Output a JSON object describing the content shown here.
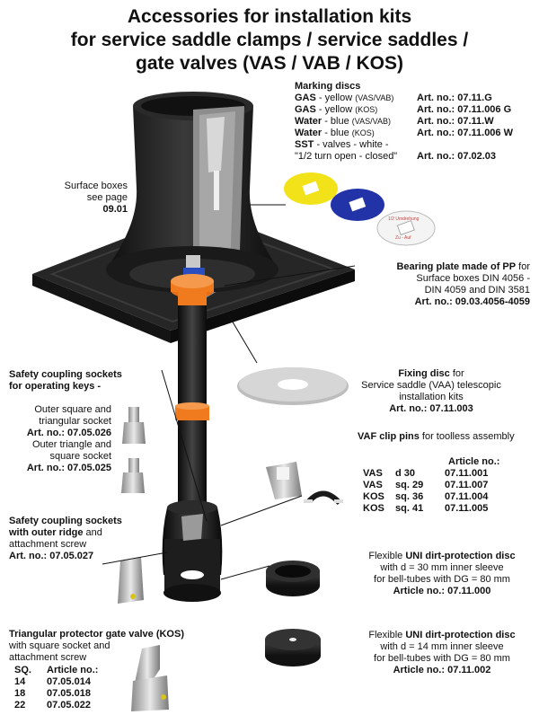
{
  "title": {
    "line1": "Accessories for installation kits",
    "line2": "for service saddle clamps / service saddles /",
    "line3": "gate valves (VAS / VAB / KOS)"
  },
  "marking_discs": {
    "heading": "Marking discs",
    "rows": [
      {
        "bold": "GAS",
        "rest": " - yellow ",
        "small": "(VAS/VAB)",
        "art": "Art. no.: 07.11.G"
      },
      {
        "bold": "GAS",
        "rest": " - yellow ",
        "small": "(KOS)",
        "art": "Art. no.: 07.11.006 G"
      },
      {
        "bold": "Water",
        "rest": " - blue ",
        "small": "(VAS/VAB)",
        "art": "Art. no.: 07.11.W"
      },
      {
        "bold": "Water",
        "rest": " - blue ",
        "small": "(KOS)",
        "art": "Art. no.: 07.11.006 W"
      },
      {
        "bold": "SST",
        "rest": " - valves - white -",
        "small": "",
        "art": ""
      },
      {
        "bold": "",
        "rest": "\"1/2 turn open - closed\"",
        "small": "",
        "art": "Art. no.: 07.02.03"
      }
    ],
    "white_disc_top": "1/2 Umdrehung",
    "white_disc_bottom": "Zu - Auf"
  },
  "surface_boxes": {
    "line1": "Surface boxes",
    "line2": "see page",
    "page": "09.01"
  },
  "bearing_plate": {
    "bold": "Bearing plate made of PP",
    "rest": " for",
    "line2": "Surface boxes DIN 4056 -",
    "line3": "DIN 4059 and DIN 3581",
    "art": "Art. no.: 09.03.4056-4059"
  },
  "safety_sockets": {
    "heading1": "Safety coupling sockets",
    "heading2": "for operating keys -",
    "item1_line1": "Outer square and",
    "item1_line2": "triangular socket",
    "item1_art": "Art. no.: 07.05.026",
    "item2_line1": "Outer triangle and",
    "item2_line2": "square socket",
    "item2_art": "Art. no.: 07.05.025"
  },
  "fixing_disc": {
    "bold": "Fixing disc",
    "rest": " for",
    "line2": "Service saddle (VAA) telescopic",
    "line3": "installation kits",
    "art": "Art. no.: 07.11.003"
  },
  "vaf_clip": {
    "bold": "VAF clip pins",
    "rest": " for toolless assembly",
    "art_header": "Article no.:",
    "rows": [
      {
        "label": "VAS",
        "size": "d 30",
        "art": "07.11.001"
      },
      {
        "label": "VAS",
        "size": "sq. 29",
        "art": "07.11.007"
      },
      {
        "label": "KOS",
        "size": "sq. 36",
        "art": "07.11.004"
      },
      {
        "label": "KOS",
        "size": "sq. 41",
        "art": "07.11.005"
      }
    ]
  },
  "outer_ridge": {
    "line1": "Safety coupling sockets",
    "line2_bold": "with outer ridge",
    "line2_rest": " and",
    "line3": "attachment screw",
    "art": "Art. no.: 07.05.027"
  },
  "uni_disc_30": {
    "pre": "Flexible ",
    "bold": "UNI dirt-protection disc",
    "line2": "with d = 30 mm inner sleeve",
    "line3": "for bell-tubes with DG = 80 mm",
    "art": "Article no.: 07.11.000"
  },
  "uni_disc_14": {
    "pre": "Flexible ",
    "bold": "UNI dirt-protection disc",
    "line2": "with d = 14 mm inner sleeve",
    "line3": "for bell-tubes with DG = 80 mm",
    "art": "Article no.: 07.11.002"
  },
  "protector": {
    "heading": "Triangular protector gate valve (KOS)",
    "line2": "with square socket and",
    "line3": "attachment screw",
    "col1": "SQ.",
    "col2": "Article no.:",
    "rows": [
      {
        "sq": "14",
        "art": "07.05.014"
      },
      {
        "sq": "18",
        "art": "07.05.018"
      },
      {
        "sq": "22",
        "art": "07.05.022"
      }
    ]
  },
  "colors": {
    "orange": "#f07a1e",
    "blue_disc": "#2233a8",
    "yellow_disc": "#f2e21a",
    "dark": "#1c1c1c",
    "gray_cut": "#8f8f8f"
  }
}
